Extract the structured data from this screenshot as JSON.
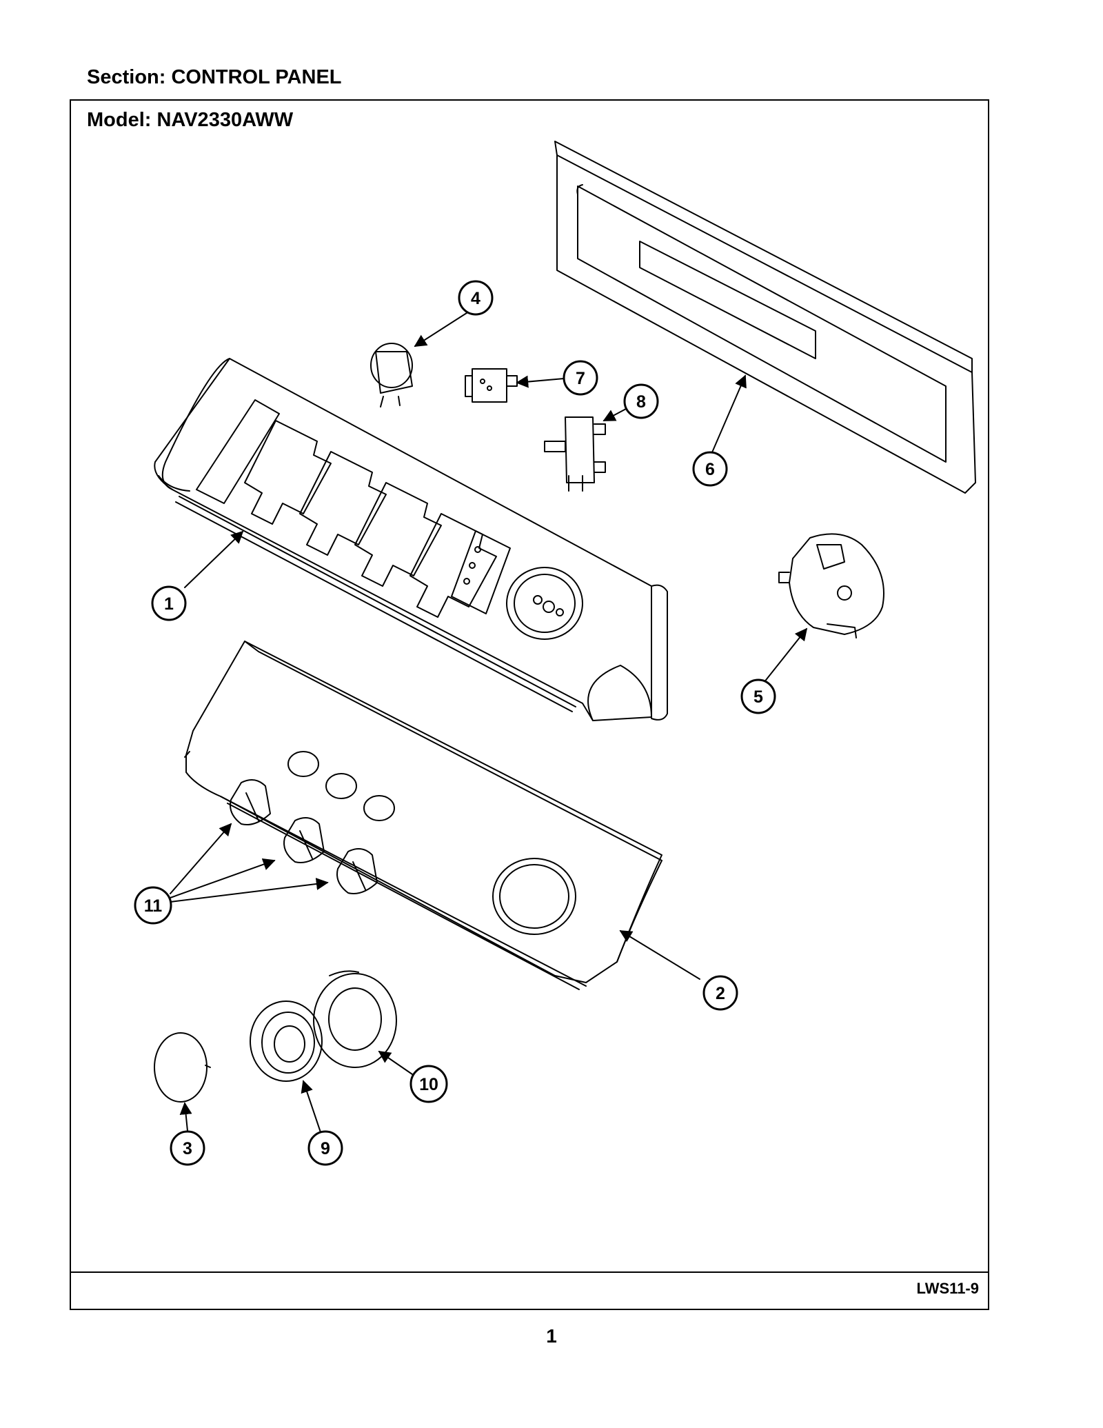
{
  "header": {
    "section_title": "Section:  CONTROL PANEL",
    "model_title": "Model:  NAV2330AWW"
  },
  "footer": {
    "code": "LWS11-9",
    "page_number": "1"
  },
  "callouts": [
    "1",
    "2",
    "3",
    "4",
    "5",
    "6",
    "7",
    "8",
    "9",
    "10",
    "11"
  ]
}
